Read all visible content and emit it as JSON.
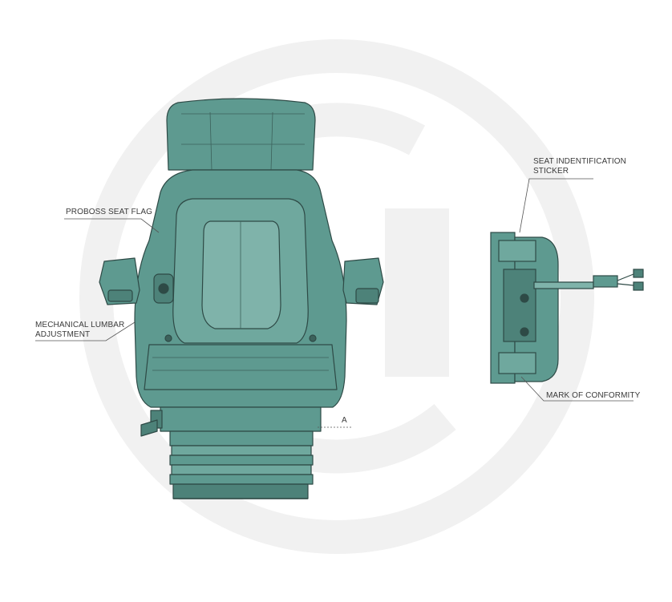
{
  "labels": {
    "proboss_seat_flag": "PROBOSS SEAT FLAG",
    "mechanical_lumbar_line1": "MECHANICAL LUMBAR",
    "mechanical_lumbar_line2": "ADJUSTMENT",
    "seat_sticker_line1": "SEAT INDENTIFICATION",
    "seat_sticker_line2": "STICKER",
    "mark_of_conformity": "MARK OF CONFORMITY",
    "dimension_a": "A"
  },
  "colors": {
    "seat_fill": "#5e9a90",
    "seat_fill_light": "#7fb3aa",
    "seat_outline": "#2e4a46",
    "watermark": "#f1f1f1",
    "label_text": "#3a3a3a",
    "leader_line": "#555555"
  }
}
